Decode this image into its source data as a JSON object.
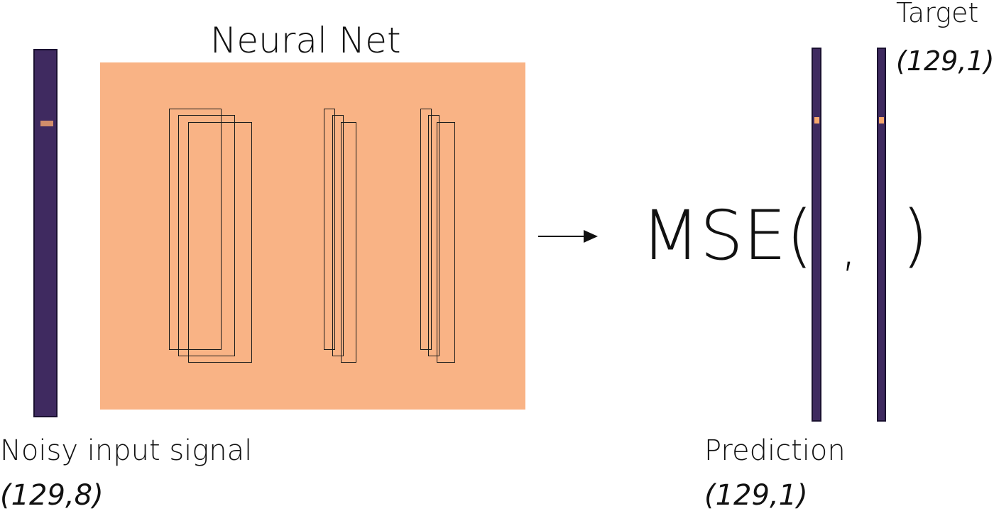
{
  "neural_net": {
    "title": "Neural Net"
  },
  "input": {
    "label": "Noisy input signal",
    "shape": "(129,8)"
  },
  "loss": {
    "func_open": "MSE(",
    "separator": ",",
    "func_close": ")"
  },
  "prediction": {
    "label": "Prediction",
    "shape": "(129,1)"
  },
  "target": {
    "label": "Target",
    "shape": "(129,1)"
  },
  "colors": {
    "signal": "#3f2a60",
    "network": "#f9b385",
    "marker": "#f7a86e"
  },
  "arrow": {
    "icon": "right-arrow-icon"
  }
}
